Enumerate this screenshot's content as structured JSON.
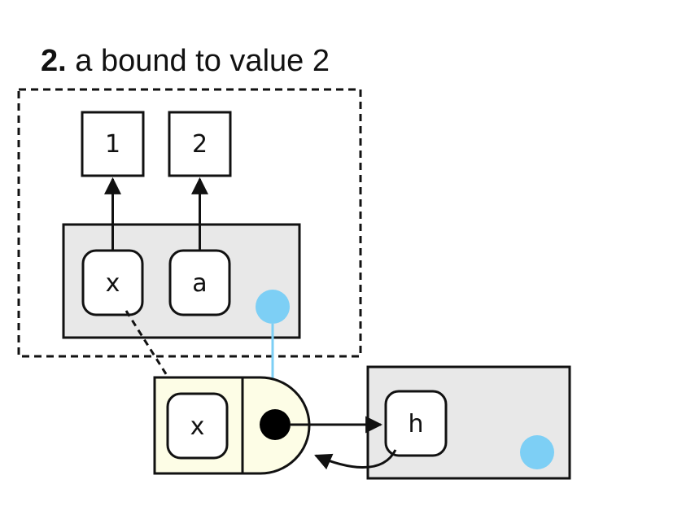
{
  "title": {
    "number": "2.",
    "text": "a bound to value 2"
  },
  "values": [
    "1",
    "2"
  ],
  "environment": {
    "bindings": [
      "x",
      "a"
    ]
  },
  "promise": {
    "binding": "x"
  },
  "function_env": {
    "binding": "h"
  },
  "colors": {
    "env_fill": "#e8e8e8",
    "promise_fill": "#fdfde6",
    "env_dot": "#7dcff5",
    "ink": "#111111"
  }
}
